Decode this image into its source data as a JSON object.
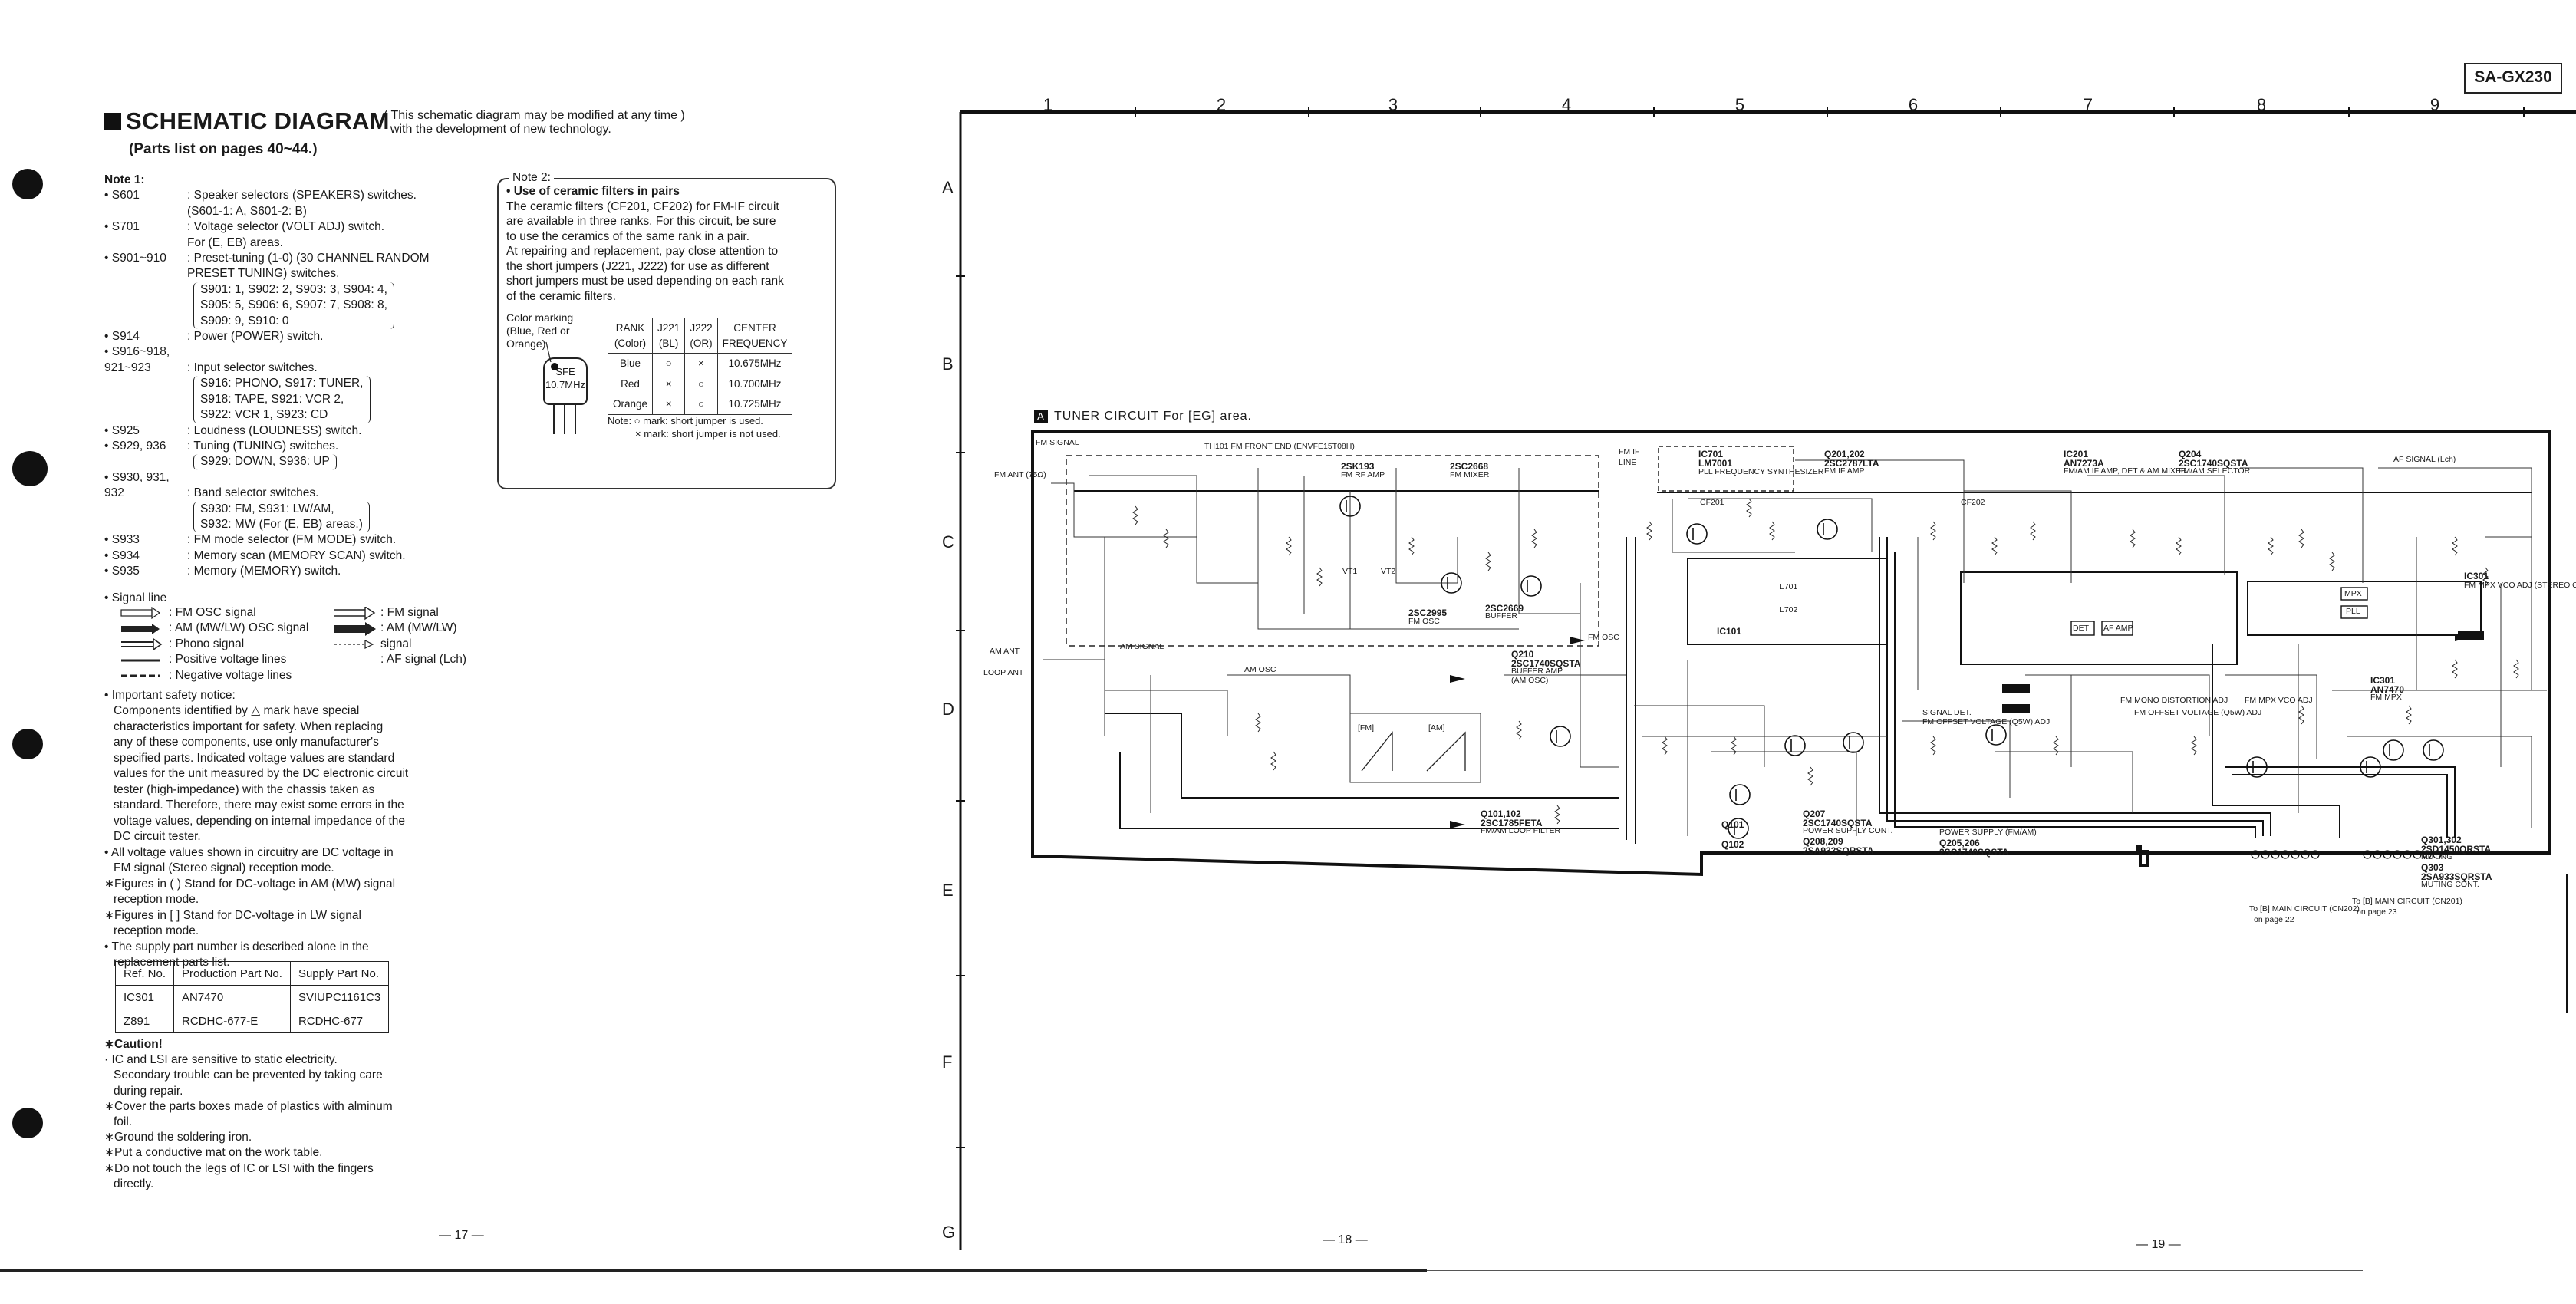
{
  "left_page": {
    "title": "SCHEMATIC DIAGRAM",
    "title_note_line1": "This schematic diagram may be modified at any time",
    "title_note_line2": "with the development of new technology.",
    "parts_list": "(Parts list on pages 40~44.)",
    "note1_heading": "Note 1:",
    "note1_items": [
      {
        "key": "• S601",
        "lines": [
          ": Speaker selectors (SPEAKERS) switches.",
          "  (S601-1: A, S601-2: B)"
        ]
      },
      {
        "key": "• S701",
        "lines": [
          ": Voltage selector (VOLT ADJ) switch.",
          "  For (E, EB) areas."
        ]
      },
      {
        "key": "• S901~910",
        "lines": [
          ": Preset-tuning (1-0) (30 CHANNEL RANDOM",
          "  PRESET TUNING) switches."
        ],
        "bracket": [
          "S901: 1, S902: 2, S903: 3, S904: 4,",
          "S905: 5, S906: 6, S907: 7, S908: 8,",
          "S909: 9, S910: 0"
        ]
      },
      {
        "key": "• S914",
        "lines": [
          ": Power (POWER) switch."
        ]
      },
      {
        "key": "• S916~918,",
        "lines": [
          ""
        ]
      },
      {
        "key": "   921~923",
        "lines": [
          ": Input selector switches."
        ],
        "bracket": [
          "S916: PHONO, S917: TUNER,",
          "S918: TAPE, S921: VCR 2,",
          "S922: VCR 1, S923: CD"
        ]
      },
      {
        "key": "• S925",
        "lines": [
          ": Loudness (LOUDNESS) switch."
        ]
      },
      {
        "key": "• S929, 936",
        "lines": [
          ": Tuning (TUNING) switches."
        ],
        "bracket": [
          "S929: DOWN, S936: UP"
        ]
      },
      {
        "key": "• S930, 931,",
        "lines": [
          ""
        ]
      },
      {
        "key": "   932",
        "lines": [
          ": Band selector switches."
        ],
        "bracket": [
          "S930: FM, S931: LW/AM,",
          "S932: MW (For (E, EB) areas.)"
        ]
      },
      {
        "key": "• S933",
        "lines": [
          ": FM mode selector (FM MODE) switch."
        ]
      },
      {
        "key": "• S934",
        "lines": [
          ": Memory scan (MEMORY SCAN) switch."
        ]
      },
      {
        "key": "• S935",
        "lines": [
          ": Memory (MEMORY) switch."
        ]
      }
    ],
    "note2": {
      "heading": "Note 2:",
      "subheading": "• Use of ceramic filters in pairs",
      "text": [
        "The ceramic filters (CF201, CF202) for FM-IF circuit",
        "are available in three ranks. For this circuit, be sure",
        "to use the ceramics of the same rank in a pair.",
        "At repairing and replacement, pay close attention to",
        "the short jumpers (J221, J222) for use as different",
        "short jumpers must be used depending on each rank",
        "of the ceramic filters."
      ],
      "color_marking": [
        "Color marking",
        "(Blue, Red or",
        "Orange)"
      ],
      "filter_label": [
        "SFE",
        "10.7MHz"
      ],
      "table_header": [
        [
          "RANK",
          "(Color)"
        ],
        [
          "J221",
          "(BL)"
        ],
        [
          "J222",
          "(OR)"
        ],
        [
          "CENTER",
          "FREQUENCY"
        ]
      ],
      "table_rows": [
        [
          "Blue",
          "○",
          "×",
          "10.675MHz"
        ],
        [
          "Red",
          "×",
          "○",
          "10.700MHz"
        ],
        [
          "Orange",
          "×",
          "○",
          "10.725MHz"
        ]
      ],
      "note_line1": "Note: ○ mark: short jumper is used.",
      "note_line2": "× mark: short jumper is not used."
    },
    "signal_line_heading": "• Signal line",
    "signal_lines_left": [
      ": FM OSC signal",
      ": AM (MW/LW) OSC signal",
      ": Phono signal",
      ": Positive voltage lines",
      ": Negative voltage lines"
    ],
    "signal_lines_right": [
      ": FM signal",
      ": AM (MW/LW) signal",
      ": AF signal (Lch)"
    ],
    "safety": [
      "• Important safety notice:",
      "Components identified by △ mark have special",
      "characteristics important for safety.  When replacing",
      "any of these components, use only manufacturer's",
      "specified parts.  Indicated voltage values are standard",
      "values for the unit measured by the DC electronic circuit",
      "tester (high-impedance) with the chassis taken as",
      "standard.  Therefore, there may exist some errors in the",
      "voltage values, depending on internal impedance of the",
      "DC circuit tester.",
      "• All voltage values shown in circuitry are DC voltage in",
      "FM signal (Stereo signal) reception mode.",
      "∗Figures in (     ) Stand for DC-voltage in AM (MW) signal",
      "reception mode.",
      "∗Figures in [     ] Stand for DC-voltage in LW signal",
      "reception mode.",
      "• The supply part number is described alone in the",
      "replacement parts list."
    ],
    "parts_table_header": [
      "Ref. No.",
      "Production Part No.",
      "Supply Part No."
    ],
    "parts_table_rows": [
      [
        "IC301",
        "AN7470",
        "SVIUPC1161C3"
      ],
      [
        "Z891",
        "RCDHC-677-E",
        "RCDHC-677"
      ]
    ],
    "caution": [
      "∗Caution!",
      "· IC and LSI are sensitive to static electricity.",
      "  Secondary trouble can be prevented by taking care",
      "  during repair.",
      "∗Cover the parts boxes made of plastics with alminum",
      "  foil.",
      "∗Ground the soldering iron.",
      "∗Put a conductive mat on the work table.",
      "∗Do not touch the legs of IC or LSI with the fingers",
      "  directly."
    ],
    "page_number": "— 17 —"
  },
  "right_page": {
    "model": "SA-GX230",
    "columns": [
      "1",
      "2",
      "3",
      "4",
      "5",
      "6",
      "7",
      "8",
      "9"
    ],
    "rows": [
      "A",
      "B",
      "C",
      "D",
      "E",
      "F",
      "G"
    ],
    "page_numbers": [
      "— 18 —",
      "— 19 —"
    ],
    "schematic_header": "TUNER CIRCUIT For [EG] area.",
    "schematic_header_box": "A",
    "labels": [
      "FM SIGNAL",
      "FM ANT (75Ω)",
      "TH101 FM FRONT END (ENVFE15T08H)",
      "2SK193",
      "FM RF AMP",
      "2SC2668",
      "FM MIXER",
      "2SC2995",
      "FM OSC",
      "2SC2669",
      "BUFFER",
      "FM OSC",
      "AM ANT",
      "LOOP ANT",
      "AM SIGNAL",
      "AM OSC",
      "FM IF",
      "LINE",
      "IC701",
      "LM7001",
      "PLL FREQUENCY SYNTHESIZER",
      "Q201,202",
      "2SC2787LTA",
      "FM IF AMP",
      "IC201",
      "AN7273A",
      "FM/AM IF AMP, DET & AM MIXER",
      "Q204",
      "2SC1740SQSTA",
      "FM/AM SELECTOR",
      "AF SIGNAL (Lch)",
      "IC101",
      "Q210",
      "2SC1740SQSTA",
      "BUFFER AMP",
      "(AM OSC)",
      "Q101,102",
      "2SC1785FETA",
      "FM/AM LOOP FILTER",
      "Q207",
      "2SC1740SQSTA",
      "POWER SUPPLY CONT.",
      "Q208,209",
      "2SA933SQRSTA",
      "POWER SUPPLY (FM/AM)",
      "Q205,206",
      "2SC1740SQSTA",
      "SIGNAL DET.",
      "FM OFFSET VOLTAGE (Q5W) ADJ",
      "FM OFFSET VOLTAGE (Q5W) ADJ",
      "FM MONO DISTORTION ADJ",
      "FM MPX VCO ADJ",
      "IC301",
      "AN7470",
      "FM MPX",
      "IC301",
      "FM MPX VCO ADJ (STEREO OUTPUT)",
      "Q301,302",
      "2SD1450QRSTA",
      "MUTING",
      "Q303",
      "2SA933SQRSTA",
      "MUTING CONT.",
      "To [B] MAIN CIRCUIT (CN202)",
      "on page 22",
      "To [B] MAIN CIRCUIT (CN201)",
      "on page 23",
      "[FM]",
      "[AM]",
      "PLL",
      "MPX",
      "DET",
      "AF AMP",
      "CF201",
      "CF202",
      "L701",
      "L702",
      "VT1",
      "VT2",
      "Q102",
      "Q101"
    ]
  }
}
